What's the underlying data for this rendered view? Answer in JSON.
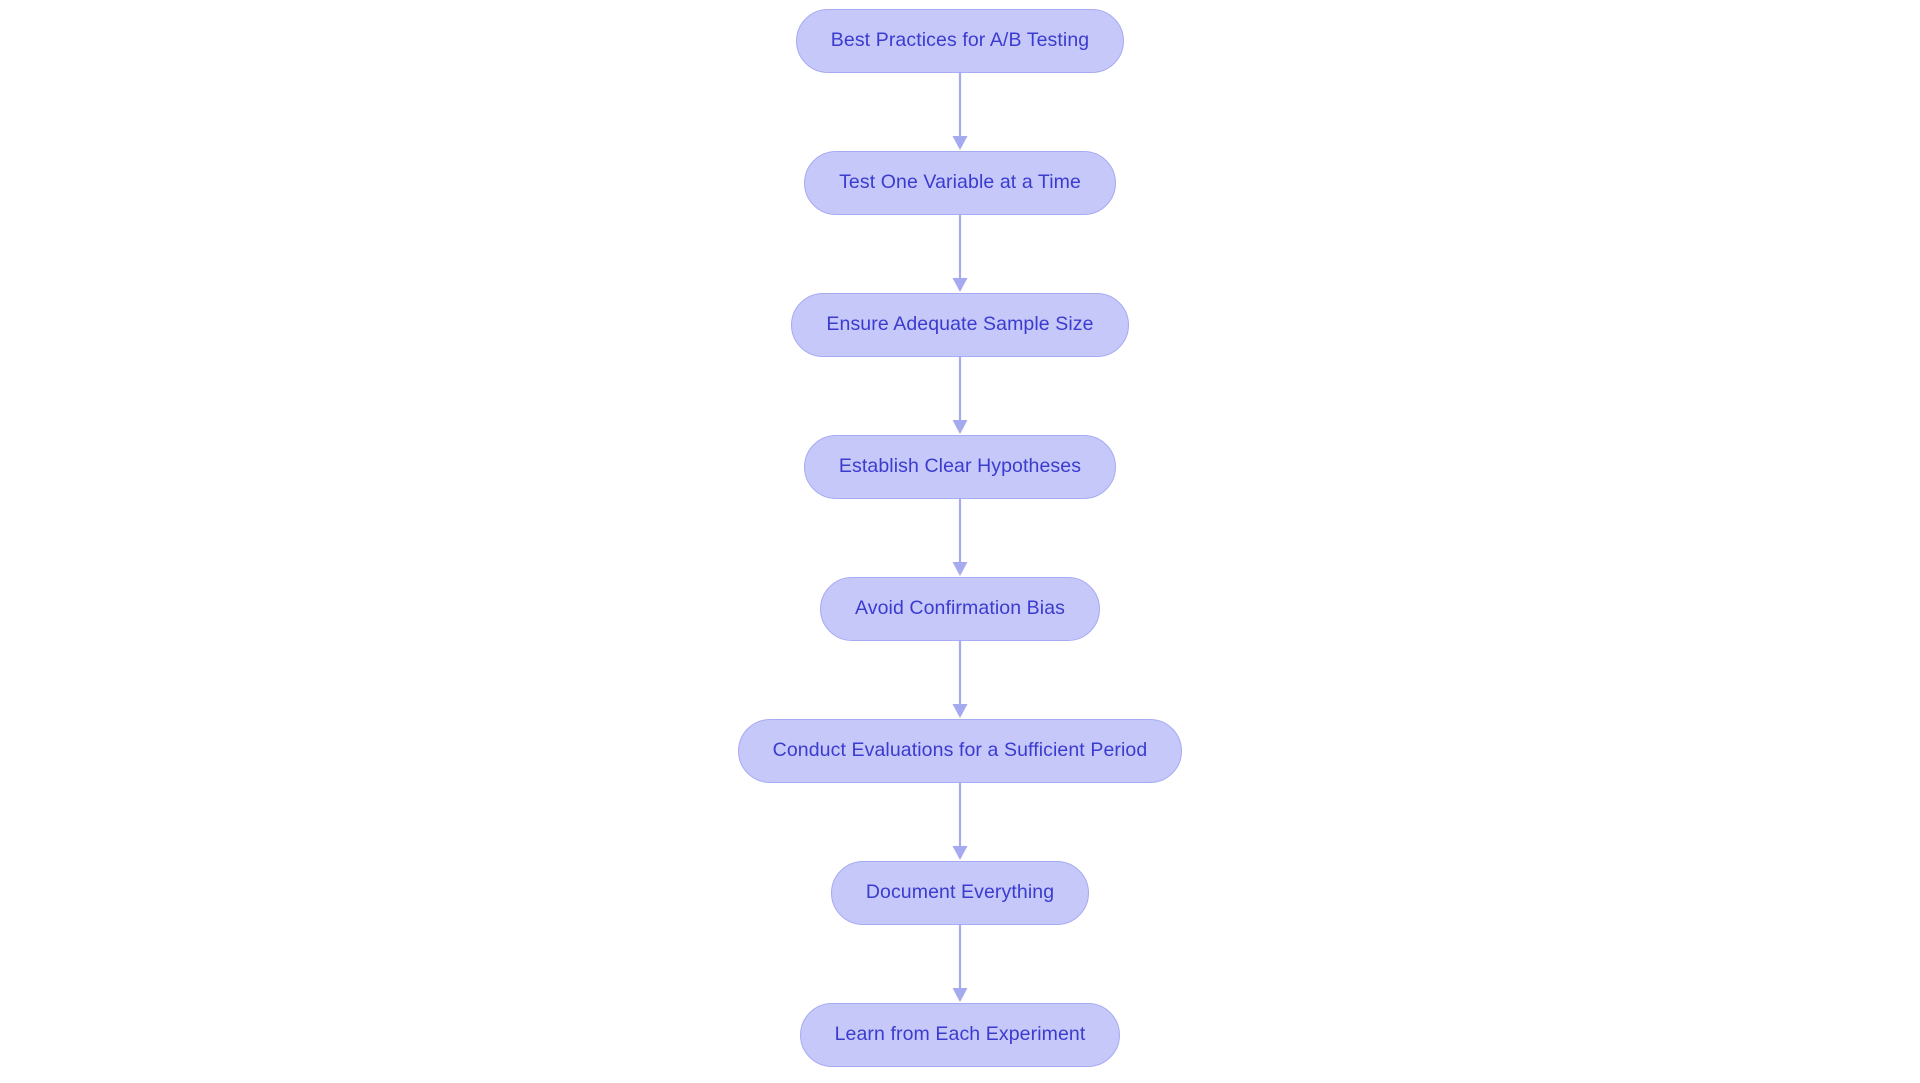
{
  "diagram": {
    "title": "Best Practices for A/B Testing",
    "type": "flowchart",
    "orientation": "top-to-bottom",
    "background_color": "#ffffff",
    "node_fill": "#c5c8f8",
    "node_border": "#a7abf2",
    "node_text_color": "#3b3bd0",
    "connector_color": "#a5a9f0"
  },
  "nodes": [
    {
      "id": "n1",
      "label": "Best Practices for A/B Testing",
      "shape": "pill"
    },
    {
      "id": "n2",
      "label": "Test One Variable at a Time",
      "shape": "pill"
    },
    {
      "id": "n3",
      "label": "Ensure Adequate Sample Size",
      "shape": "pill"
    },
    {
      "id": "n4",
      "label": "Establish Clear Hypotheses",
      "shape": "pill"
    },
    {
      "id": "n5",
      "label": "Avoid Confirmation Bias",
      "shape": "pill"
    },
    {
      "id": "n6",
      "label": "Conduct Evaluations for a Sufficient Period",
      "shape": "pill"
    },
    {
      "id": "n7",
      "label": "Document Everything",
      "shape": "pill"
    },
    {
      "id": "n8",
      "label": "Learn from Each Experiment",
      "shape": "pill"
    }
  ],
  "edges": [
    {
      "from": "n1",
      "to": "n2",
      "arrow": "down"
    },
    {
      "from": "n2",
      "to": "n3",
      "arrow": "down"
    },
    {
      "from": "n3",
      "to": "n4",
      "arrow": "down"
    },
    {
      "from": "n4",
      "to": "n5",
      "arrow": "down"
    },
    {
      "from": "n5",
      "to": "n6",
      "arrow": "down"
    },
    {
      "from": "n6",
      "to": "n7",
      "arrow": "down"
    },
    {
      "from": "n7",
      "to": "n8",
      "arrow": "down"
    }
  ]
}
